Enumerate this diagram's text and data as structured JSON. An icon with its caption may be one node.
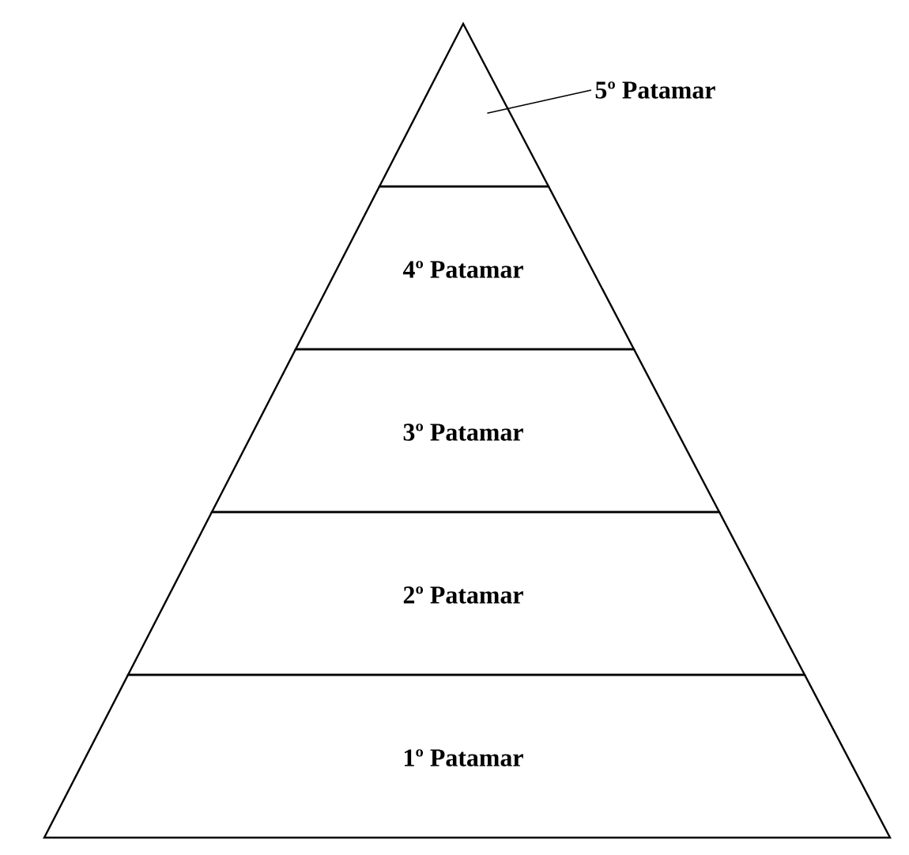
{
  "diagram": {
    "nodes": [
      {
        "text": [
          "5º Patamar"
        ]
      },
      {
        "text": [],
        "shape": "triangle"
      },
      {
        "text": [
          "4º Patamar"
        ]
      },
      {
        "text": [
          "3º Patamar"
        ]
      },
      {
        "text": [
          "2º Patamar"
        ]
      },
      {
        "text": [
          "1º Patamar"
        ]
      }
    ],
    "edges": [
      {
        "from": 0,
        "to": 1,
        "arrow": "none"
      }
    ]
  }
}
